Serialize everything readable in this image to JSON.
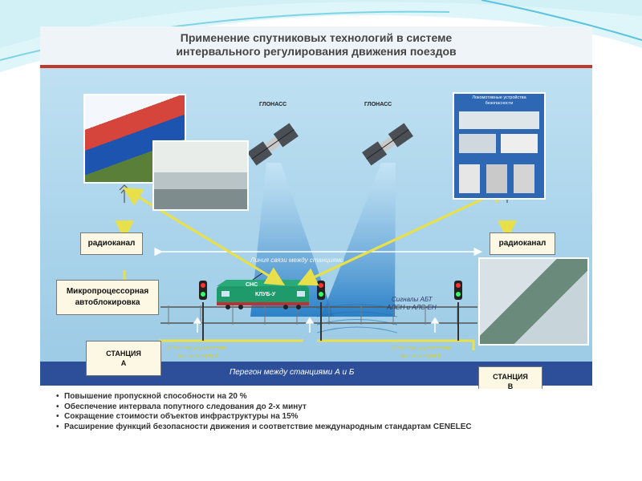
{
  "title": {
    "line1": "Применение спутниковых технологий в системе",
    "line2": "интервального регулирования движения поездов"
  },
  "satellites": {
    "left_label": "ГЛОНАСС",
    "right_label": "ГЛОНАСС"
  },
  "locomotive_devices": {
    "label": "Локомотивные устройства безопасности"
  },
  "boxes": {
    "radio_left": "радиоканал",
    "radio_right": "радиоканал",
    "autoblock_line1": "Микропроцессорная",
    "autoblock_line2": "автоблокировка",
    "station_a_line1": "СТАНЦИЯ",
    "station_a_line2": "А",
    "station_b_line1": "СТАНЦИЯ",
    "station_b_line2": "В"
  },
  "labels": {
    "comm_line": "Линия связи между станциями",
    "train_sns": "СНС",
    "train_klub": "КЛУБ-У",
    "signals_line1": "Сигналы АБТ",
    "signals_line2": "АЛСН и АЛС-ЕН",
    "section_a_line1": "Участок управления",
    "section_a_line2": "от станции А",
    "section_b_line1": "Участок управления",
    "section_b_line2": "от станции Б",
    "haul": "Перегон между станциями А и Б"
  },
  "bullets": [
    "Повышение пропускной способности на 20 %",
    "Обеспечение интервала попутного следования до 2-х минут",
    "Сокращение стоимости объектов инфраструктуры на 15%",
    "Расширение функций безопасности движения и соответствие международным стандартам CENELEC"
  ],
  "colors": {
    "title_text": "#444444",
    "accent_red": "#c0392b",
    "diagram_bg": "#a7d2ea",
    "arrow_yellow": "#e8e04a",
    "box_fill": "#fdf8e4",
    "haul_bar": "#2d4f9a"
  }
}
